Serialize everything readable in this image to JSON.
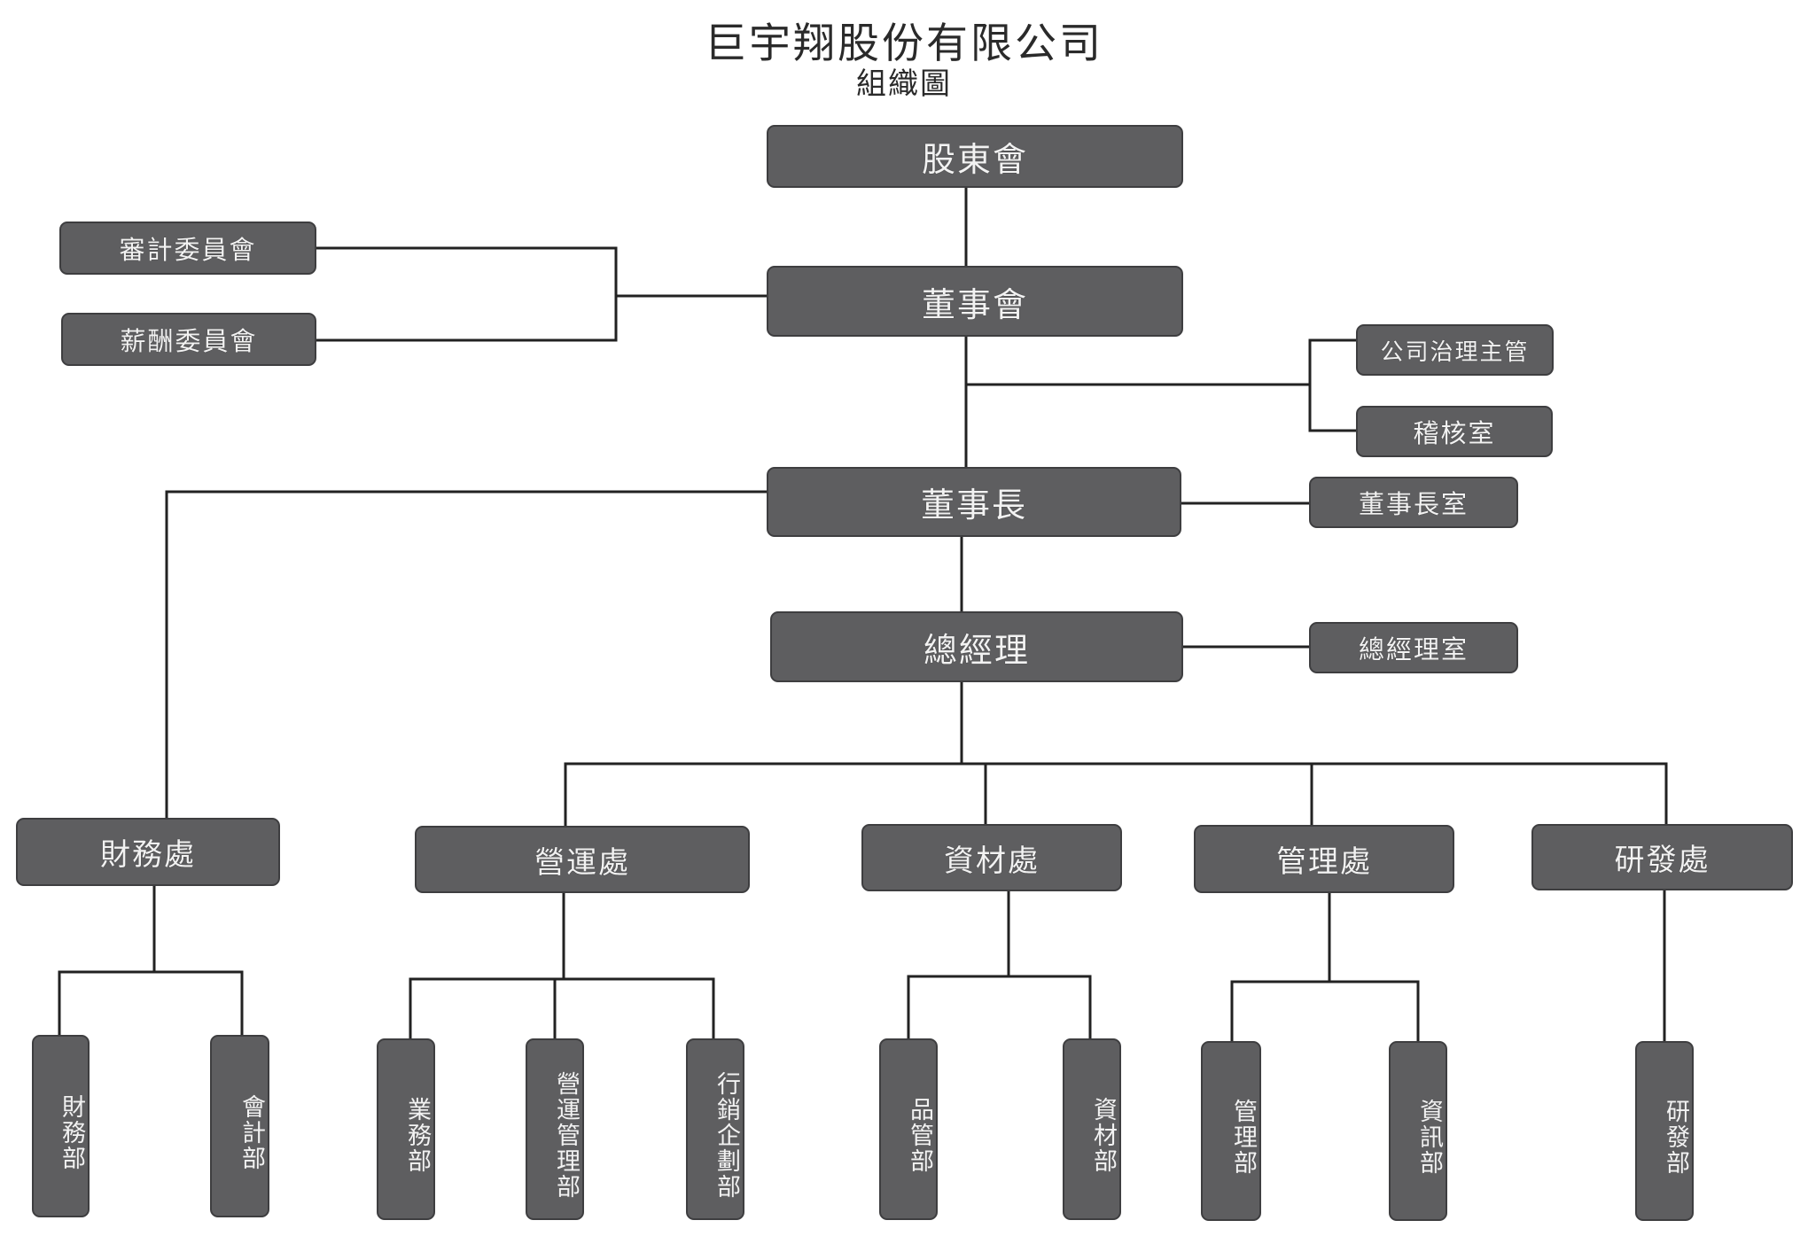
{
  "title": "巨宇翔股份有限公司",
  "subtitle": "組織圖",
  "nodes": {
    "shareholders": "股東會",
    "audit_committee": "審計委員會",
    "remuneration_committee": "薪酬委員會",
    "board": "董事會",
    "governance_officer": "公司治理主管",
    "audit_office": "稽核室",
    "chairman": "董事長",
    "chairman_office": "董事長室",
    "general_manager": "總經理",
    "gm_office": "總經理室",
    "finance_division": "財務處",
    "operations_division": "營運處",
    "materials_division": "資材處",
    "management_division": "管理處",
    "rd_division": "研發處"
  },
  "departments": {
    "finance_dept": "財務部",
    "accounting_dept": "會計部",
    "sales_dept": "業務部",
    "ops_mgmt_dept": "營運管理部",
    "marketing_dept": "行銷企劃部",
    "qc_dept": "品管部",
    "materials_dept": "資材部",
    "management_dept": "管理部",
    "it_dept": "資訊部",
    "rd_dept": "研發部"
  }
}
